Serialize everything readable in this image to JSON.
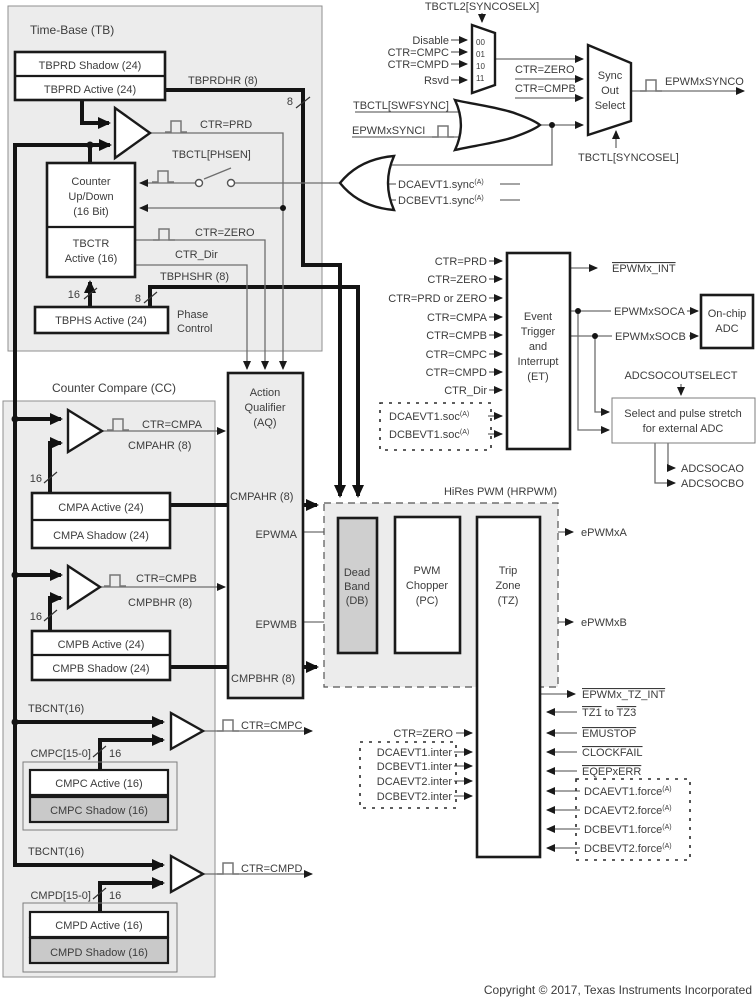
{
  "copyright": "Copyright © 2017, Texas Instruments Incorporated",
  "tb": {
    "title": "Time-Base (TB)",
    "tbprd_shadow": "TBPRD Shadow (24)",
    "tbprd_active": "TBPRD Active (24)",
    "tbprdhr": "TBPRDHR (8)",
    "tick8_top": "8",
    "ctr_prd": "CTR=PRD",
    "tbctl_phsen": "TBCTL[PHSEN]",
    "counter": [
      "Counter",
      "Up/Down",
      "(16 Bit)"
    ],
    "tbctr": [
      "TBCTR",
      "Active (16)"
    ],
    "ctr_zero": "CTR=ZERO",
    "ctr_dir": "CTR_Dir",
    "tbphshr": "TBPHSHR (8)",
    "tick16": "16",
    "tick8": "8",
    "tbphs_active": "TBPHS Active (24)",
    "phase": [
      "Phase",
      "Control"
    ]
  },
  "sync": {
    "tbctl2": "TBCTL2[SYNCOSELX]",
    "mux_codes": [
      "00",
      "01",
      "10",
      "11"
    ],
    "mux_inputs": [
      "Disable",
      "CTR=CMPC",
      "CTR=CMPD",
      "Rsvd"
    ],
    "tbctl_swfsync": "TBCTL[SWFSYNC]",
    "epwmxsynci": "EPWMxSYNCI",
    "ctr_zero": "CTR=ZERO",
    "ctr_cmpb": "CTR=CMPB",
    "out_select": [
      "Sync",
      "Out",
      "Select"
    ],
    "epwmxsynco": "EPWMxSYNCO",
    "tbctl_syncosel": "TBCTL[SYNCOSEL]",
    "or_inputs": [
      {
        "label": "DCAEVT1.sync",
        "sup": "(A)"
      },
      {
        "label": "DCBEVT1.sync",
        "sup": "(A)"
      }
    ]
  },
  "et": {
    "inputs": [
      "CTR=PRD",
      "CTR=ZERO",
      "CTR=PRD or ZERO",
      "CTR=CMPA",
      "CTR=CMPB",
      "CTR=CMPC",
      "CTR=CMPD",
      "CTR_Dir"
    ],
    "soc_inputs": [
      {
        "label": "DCAEVT1.soc",
        "sup": "(A)"
      },
      {
        "label": "DCBEVT1.soc",
        "sup": "(A)"
      }
    ],
    "block": [
      "Event",
      "Trigger",
      "and",
      "Interrupt",
      "(ET)"
    ],
    "epwmx_int": "EPWMx_INT",
    "soca": "EPWMxSOCA",
    "socb": "EPWMxSOCB",
    "adc": [
      "On-chip",
      "ADC"
    ],
    "adcsocoutselect": "ADCSOCOUTSELECT",
    "select_box": [
      "Select and pulse stretch",
      "for external ADC"
    ],
    "adcsocao": "ADCSOCAO",
    "adcsocbo": "ADCSOCBO"
  },
  "cc": {
    "title": "Counter Compare (CC)",
    "cmpa": {
      "ctr": "CTR=CMPA",
      "hr": "CMPAHR (8)",
      "tick": "16",
      "active": "CMPA Active (24)",
      "shadow": "CMPA Shadow (24)"
    },
    "cmpb": {
      "ctr": "CTR=CMPB",
      "hr": "CMPBHR (8)",
      "tick": "16",
      "active": "CMPB Active (24)",
      "shadow": "CMPB Shadow (24)"
    },
    "cmpc": {
      "tbcnt": "TBCNT(16)",
      "range": "CMPC[15-0]",
      "tick": "16",
      "ctr": "CTR=CMPC",
      "active": "CMPC Active (16)",
      "shadow": "CMPC Shadow (16)"
    },
    "cmpd": {
      "tbcnt": "TBCNT(16)",
      "range": "CMPD[15-0]",
      "tick": "16",
      "ctr": "CTR=CMPD",
      "active": "CMPD Active (16)",
      "shadow": "CMPD Shadow (16)"
    }
  },
  "aq": {
    "block": [
      "Action",
      "Qualifier",
      "(AQ)"
    ],
    "cmpahr": "CMPAHR (8)",
    "epwma": "EPWMA",
    "epwmb": "EPWMB",
    "cmpbhr": "CMPBHR (8)"
  },
  "hrpwm": {
    "title": "HiRes PWM (HRPWM)",
    "db": [
      "Dead",
      "Band",
      "(DB)"
    ],
    "pc": [
      "PWM",
      "Chopper",
      "(PC)"
    ],
    "tzb": [
      "Trip",
      "Zone",
      "(TZ)"
    ],
    "epwmxa": "ePWMxA",
    "epwmxb": "ePWMxB"
  },
  "tz": {
    "tz_int": "EPWMx_TZ_INT",
    "tz13": {
      "a": "TZ1",
      "mid": " to ",
      "b": "TZ3"
    },
    "emustop": "EMUSTOP",
    "clockfail": "CLOCKFAIL",
    "eqepxerr": "EQEPxERR",
    "forces": [
      {
        "label": "DCAEVT1.force",
        "sup": "(A)"
      },
      {
        "label": "DCAEVT2.force",
        "sup": "(A)"
      },
      {
        "label": "DCBEVT1.force",
        "sup": "(A)"
      },
      {
        "label": "DCBEVT2.force",
        "sup": "(A)"
      }
    ],
    "ctr_zero": "CTR=ZERO",
    "inters": [
      "DCAEVT1.inter",
      "DCBEVT1.inter",
      "DCAEVT2.inter",
      "DCBEVT2.inter"
    ]
  }
}
